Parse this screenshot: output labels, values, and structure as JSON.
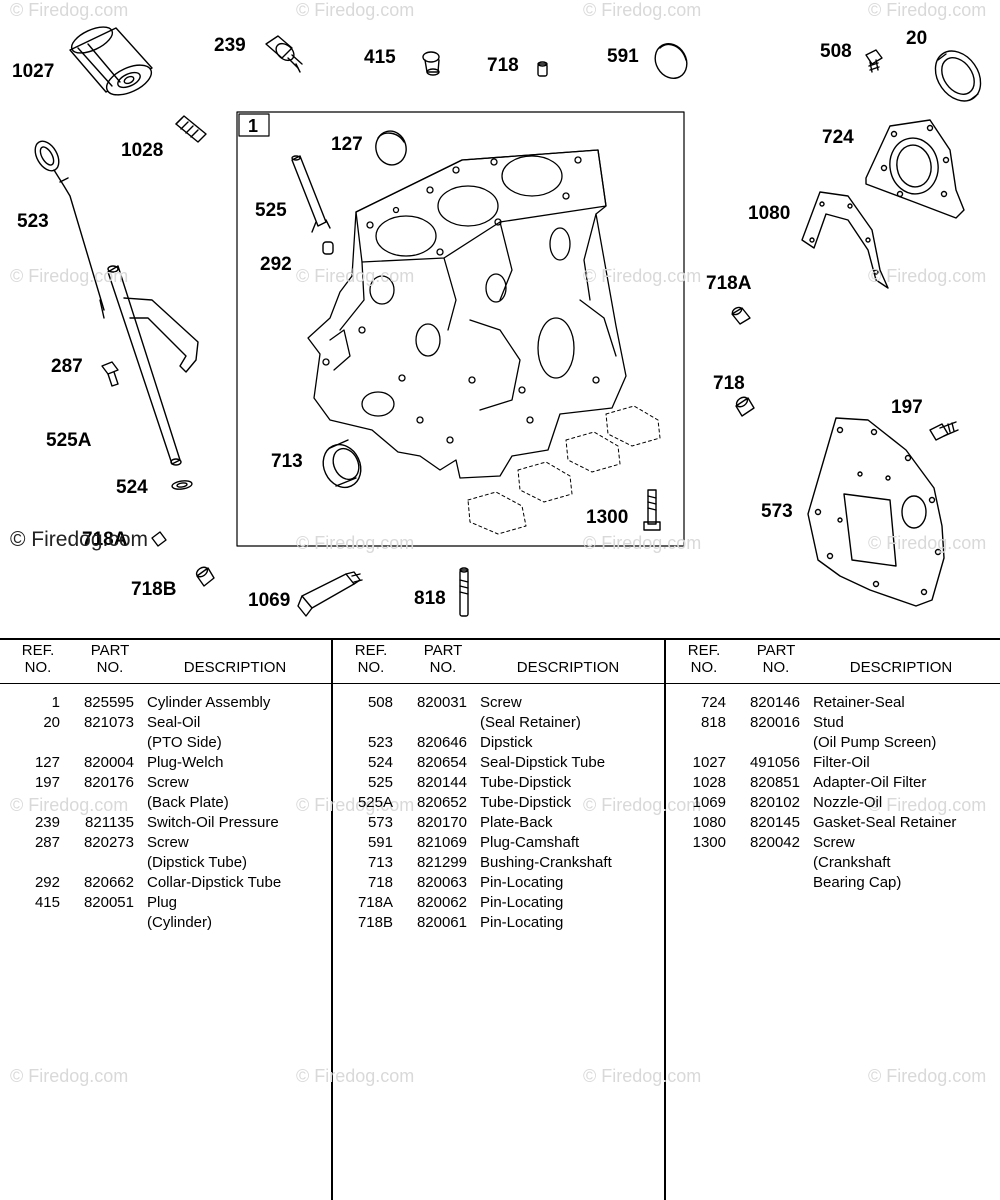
{
  "callouts": {
    "c1027": "1027",
    "c239": "239",
    "c415": "415",
    "c718_top": "718",
    "c591": "591",
    "c508": "508",
    "c20": "20",
    "c1028": "1028",
    "c1": "1",
    "c127": "127",
    "c724": "724",
    "c523": "523",
    "c525": "525",
    "c1080": "1080",
    "c292": "292",
    "c718A_right": "718A",
    "c287": "287",
    "c718_right": "718",
    "c197": "197",
    "c525A": "525A",
    "c713": "713",
    "c524": "524",
    "c1300": "1300",
    "c573": "573",
    "c718A_left": "718A",
    "c718B": "718B",
    "c1069": "1069",
    "c818": "818"
  },
  "copyright": "© Firedog.com",
  "watermark": "© Firedog.com",
  "table": {
    "headers": {
      "ref": [
        "REF.",
        "NO."
      ],
      "part": [
        "PART",
        "NO."
      ],
      "desc": "DESCRIPTION"
    },
    "columns": [
      [
        {
          "ref": "1",
          "part": "825595",
          "desc": "Cylinder Assembly"
        },
        {
          "ref": "20",
          "part": "821073",
          "desc": "Seal-Oil"
        },
        {
          "ref": "",
          "part": "",
          "desc": "(PTO Side)"
        },
        {
          "ref": "127",
          "part": "820004",
          "desc": "Plug-Welch"
        },
        {
          "ref": "197",
          "part": "820176",
          "desc": "Screw"
        },
        {
          "ref": "",
          "part": "",
          "desc": "(Back Plate)"
        },
        {
          "ref": "239",
          "part": "821135",
          "desc": "Switch-Oil Pressure"
        },
        {
          "ref": "287",
          "part": "820273",
          "desc": "Screw"
        },
        {
          "ref": "",
          "part": "",
          "desc": "(Dipstick Tube)"
        },
        {
          "ref": "292",
          "part": "820662",
          "desc": "Collar-Dipstick Tube"
        },
        {
          "ref": "415",
          "part": "820051",
          "desc": "Plug"
        },
        {
          "ref": "",
          "part": "",
          "desc": "(Cylinder)"
        }
      ],
      [
        {
          "ref": "508",
          "part": "820031",
          "desc": "Screw"
        },
        {
          "ref": "",
          "part": "",
          "desc": "(Seal Retainer)"
        },
        {
          "ref": "523",
          "part": "820646",
          "desc": "Dipstick"
        },
        {
          "ref": "524",
          "part": "820654",
          "desc": "Seal-Dipstick Tube"
        },
        {
          "ref": "525",
          "part": "820144",
          "desc": "Tube-Dipstick"
        },
        {
          "ref": "525A",
          "part": "820652",
          "desc": "Tube-Dipstick"
        },
        {
          "ref": "573",
          "part": "820170",
          "desc": "Plate-Back"
        },
        {
          "ref": "591",
          "part": "821069",
          "desc": "Plug-Camshaft"
        },
        {
          "ref": "713",
          "part": "821299",
          "desc": "Bushing-Crankshaft"
        },
        {
          "ref": "718",
          "part": "820063",
          "desc": "Pin-Locating"
        },
        {
          "ref": "718A",
          "part": "820062",
          "desc": "Pin-Locating"
        },
        {
          "ref": "718B",
          "part": "820061",
          "desc": "Pin-Locating"
        }
      ],
      [
        {
          "ref": "724",
          "part": "820146",
          "desc": "Retainer-Seal"
        },
        {
          "ref": "818",
          "part": "820016",
          "desc": "Stud"
        },
        {
          "ref": "",
          "part": "",
          "desc": "(Oil Pump Screen)"
        },
        {
          "ref": "1027",
          "part": "491056",
          "desc": "Filter-Oil"
        },
        {
          "ref": "1028",
          "part": "820851",
          "desc": "Adapter-Oil Filter"
        },
        {
          "ref": "1069",
          "part": "820102",
          "desc": "Nozzle-Oil"
        },
        {
          "ref": "1080",
          "part": "820145",
          "desc": "Gasket-Seal Retainer"
        },
        {
          "ref": "1300",
          "part": "820042",
          "desc": "Screw"
        },
        {
          "ref": "",
          "part": "",
          "desc": "(Crankshaft"
        },
        {
          "ref": "",
          "part": "",
          "desc": "Bearing  Cap)"
        }
      ]
    ]
  }
}
